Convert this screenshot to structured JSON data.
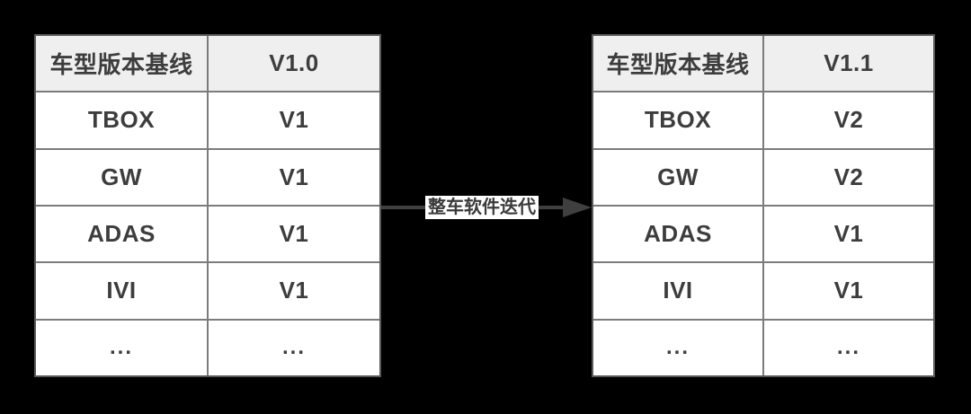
{
  "canvas": {
    "background_color": "#000000"
  },
  "left_table": {
    "header": {
      "col0": "车型版本基线",
      "col1": "V1.0"
    },
    "rows": [
      {
        "component": "TBOX",
        "version": "V1"
      },
      {
        "component": "GW",
        "version": "V1"
      },
      {
        "component": "ADAS",
        "version": "V1"
      },
      {
        "component": "IVI",
        "version": "V1"
      },
      {
        "component": "...",
        "version": "..."
      }
    ]
  },
  "right_table": {
    "header": {
      "col0": "车型版本基线",
      "col1": "V1.1"
    },
    "rows": [
      {
        "component": "TBOX",
        "version": "V2"
      },
      {
        "component": "GW",
        "version": "V2"
      },
      {
        "component": "ADAS",
        "version": "V1"
      },
      {
        "component": "IVI",
        "version": "V1"
      },
      {
        "component": "...",
        "version": "..."
      }
    ]
  },
  "arrow": {
    "label": "整车软件迭代",
    "color": "#3f3f3f",
    "direction": "left-to-right"
  },
  "colors": {
    "header_bg": "#efefef",
    "cell_bg": "#ffffff",
    "outer_border": "#5a5a5a",
    "gridline": "#7c7c7c",
    "text": "#3d3d3d",
    "label_bg": "#ffffff"
  }
}
